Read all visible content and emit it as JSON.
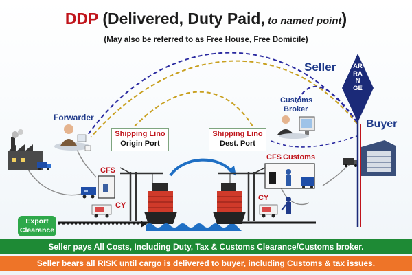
{
  "title": {
    "code": "DDP",
    "main": " (Delivered, Duty Paid,",
    "tail": " to named point",
    "close": ")"
  },
  "subtitle": "(May also be referred to as Free House, Free Domicile)",
  "labels": {
    "seller": "Seller",
    "buyer": "Buyer",
    "arrange": "ARRANGE",
    "forwarder": "Forwarder",
    "customs_broker_line1": "Customs",
    "customs_broker_line2": "Broker",
    "cfs_left": "CFS",
    "cy_left": "CY",
    "cfs_right": "CFS",
    "customs_right": "Customs",
    "cy_right": "CY",
    "export_clearance_line1": "Export",
    "export_clearance_line2": "Clearance"
  },
  "origin_box": {
    "line1": "Shipping Lino",
    "line2": "Origin Port"
  },
  "dest_box": {
    "line1": "Shipping Lino",
    "line2": "Dest. Port"
  },
  "bars": {
    "costs": "Seller pays All Costs, Including Duty, Tax & Customs Clearance/Customs broker.",
    "risk": "Seller bears all RISK until cargo is delivered to buyer, including Customs & tax issues."
  },
  "colors": {
    "title_red": "#c0141b",
    "seller_blue": "#1f3a8a",
    "arrange_diamond": "#1b2a78",
    "costs_bar": "#1e8a35",
    "risk_bar": "#ee7428",
    "export_box": "#2ea84a",
    "water": "#1f6fc4"
  },
  "icons": [
    "factory-icon",
    "forwarder-person-icon",
    "customs-broker-person-icon",
    "crane-icon",
    "ship-icon",
    "truck-icon",
    "warehouse-icon",
    "forklift-icon",
    "customs-officer-icon",
    "building-icon"
  ]
}
